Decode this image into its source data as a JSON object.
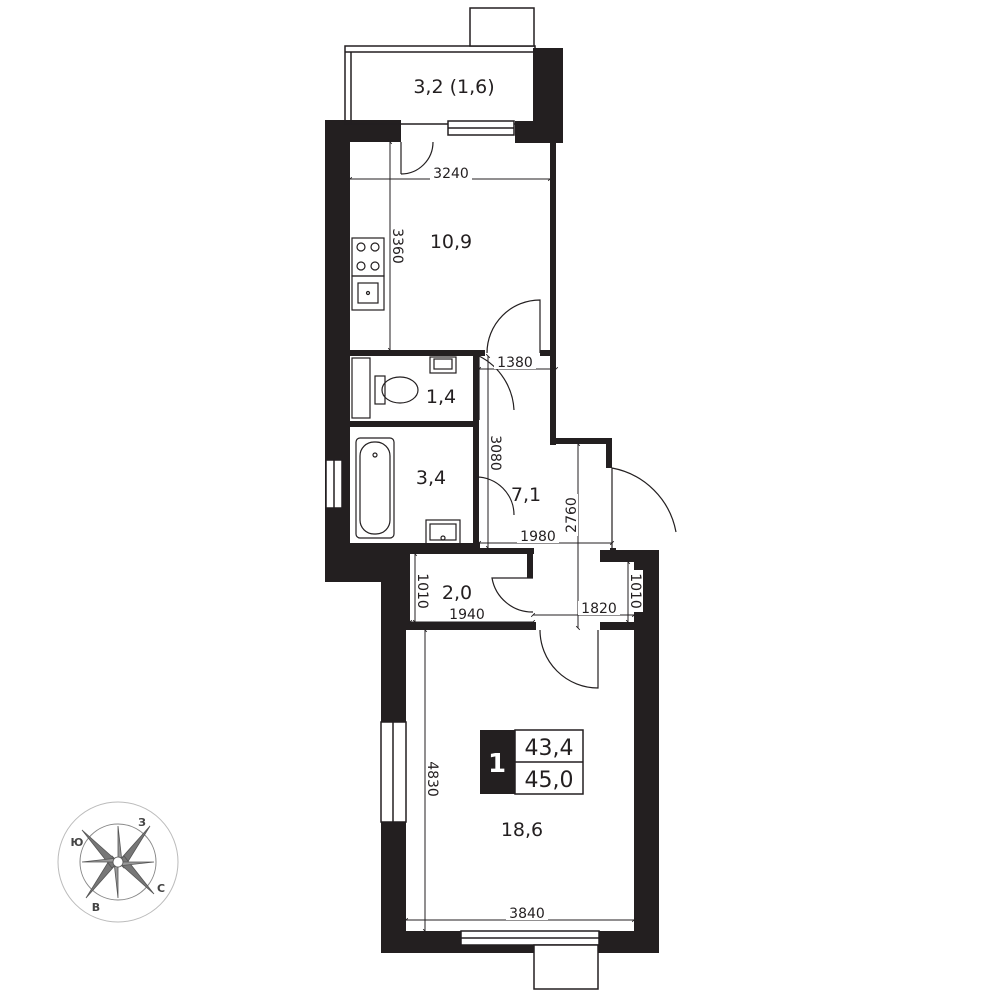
{
  "rooms": [
    {
      "id": "balcony",
      "label": "3,2 (1,6)"
    },
    {
      "id": "kitchen",
      "label": "10,9"
    },
    {
      "id": "wc",
      "label": "1,4"
    },
    {
      "id": "bathroom",
      "label": "3,4"
    },
    {
      "id": "hallway",
      "label": "7,1"
    },
    {
      "id": "entry",
      "label": "2,0"
    },
    {
      "id": "living",
      "label": "18,6"
    }
  ],
  "dimensions": {
    "kitchen_width": "3240",
    "kitchen_length": "3360",
    "hall_width_top": "1380",
    "hall_length": "3080",
    "hall_width_bottom": "1980",
    "entry_length": "2760",
    "entry_left_depth": "1010",
    "entry_left_width": "1940",
    "entry_right_width": "1820",
    "entry_right_depth": "1010",
    "living_length": "4830",
    "living_width": "3840"
  },
  "badge": {
    "rooms": "1",
    "living_area": "43,4",
    "total_area": "45,0"
  },
  "compass": {
    "north": "З",
    "south": "Ю",
    "east": "В",
    "west": "С"
  },
  "colors": {
    "wall": "#231f20",
    "line": "#231f20",
    "background": "#ffffff"
  }
}
